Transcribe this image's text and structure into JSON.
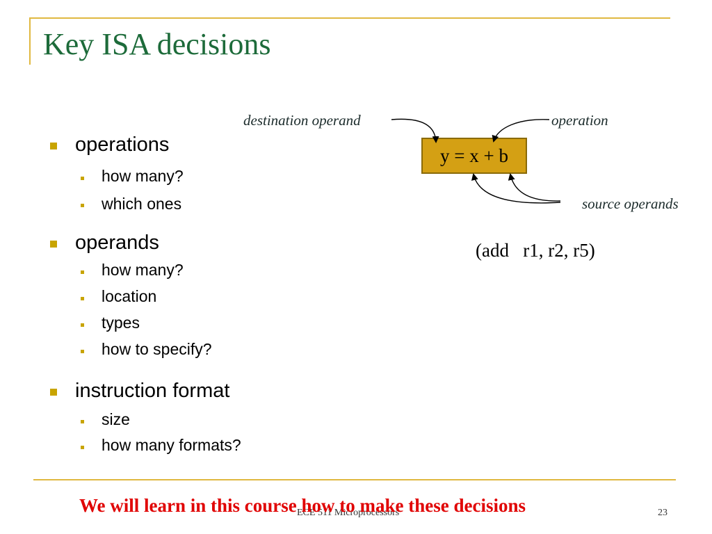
{
  "slide": {
    "title": "Key ISA decisions",
    "sections": [
      {
        "label": "operations",
        "items": [
          "how many?",
          "which ones"
        ]
      },
      {
        "label": "operands",
        "items": [
          "how many?",
          "location",
          "types",
          "how to specify?"
        ]
      },
      {
        "label": "instruction format",
        "items": [
          "size",
          "how many formats?"
        ]
      }
    ],
    "diagram": {
      "equation": "y = x + b",
      "label_destination": "destination operand",
      "label_operation": "operation",
      "label_source": "source operands",
      "assembly": "(add   r1, r2, r5)"
    },
    "bottom_note": "We will learn in this course how to make these decisions",
    "footer": {
      "course": "ECE 511 Microprocessors",
      "page_number": "23"
    },
    "colors": {
      "title": "#1d6b3a",
      "accent": "#e0b840",
      "box_fill": "#d4a014",
      "note": "#e00000"
    }
  }
}
